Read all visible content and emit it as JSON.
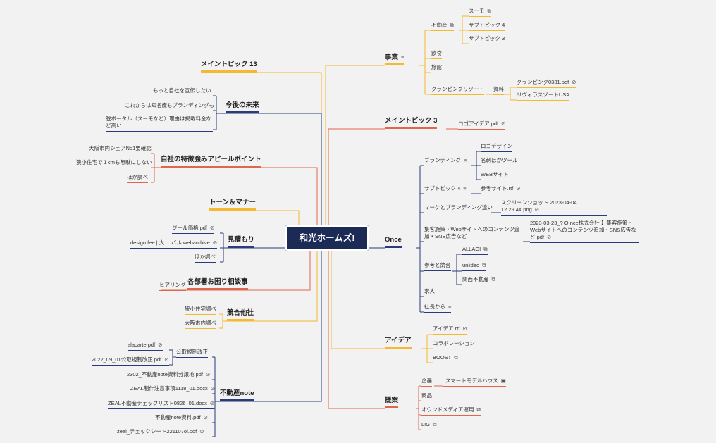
{
  "center": "和光ホームズ!",
  "colors": {
    "yellow": "#f5b82e",
    "red": "#e0674c",
    "navy": "#2b3a7a",
    "background": "#f2f2f2",
    "center_fill": "#1c2a56",
    "text": "#333333"
  },
  "icons": {
    "notes": "notes-icon",
    "link": "external-link-icon",
    "attachment": "paperclip-icon",
    "page": "page-link-icon"
  },
  "right": {
    "jigyo": {
      "label": "事業",
      "fudosan": {
        "label": "不動産",
        "children": [
          "スーモ",
          "サブトピック 4",
          "サブトピック 3"
        ]
      },
      "inshoku": "飲食",
      "ryokan": "旅館",
      "glamping": {
        "label": "グランピングリゾート",
        "shiryo": "資料",
        "children": [
          "グランピング0331.pdf",
          "リヴィラスゾートUSA"
        ]
      }
    },
    "main3": {
      "label": "メイントピック 3",
      "children": [
        "ロゴアイデア.pdf"
      ]
    },
    "once": {
      "label": "Once",
      "branding": {
        "label": "ブランディング",
        "children": [
          "ロゴデザイン",
          "名刺ほかツール",
          "WEBサイト"
        ]
      },
      "sub4": {
        "label": "サブトピック 4",
        "child": "参考サイト.rtf"
      },
      "marke": {
        "label": "マーケとブランディング違い",
        "child": "スクリーンショット 2023-04-04 12.29.44.png"
      },
      "shukyaku": {
        "label": "集客施策・Webサイトへのコンテンツ追加・SNS広告など",
        "child": "2023-03-23_? O nce株式会社 】集客施策・Webサイトへのコンテンツ追加・SNS広告など.pdf"
      },
      "sanko": {
        "label": "参考と競合",
        "children": [
          "ALLAGI",
          "unlideo",
          "関西不動産"
        ]
      },
      "kyujin": "求人",
      "shacho": "社長から"
    },
    "idea": {
      "label": "アイデア",
      "children": [
        "アイデア.rtf",
        "コラボレーション",
        "BOOST"
      ]
    },
    "teian": {
      "label": "提案",
      "kikaku": {
        "label": "企画",
        "child": "スマートモデルハウス"
      },
      "shohin": "商品",
      "owned": "オウンドメディア運用",
      "lig": "LIG"
    }
  },
  "left": {
    "main13": {
      "label": "メイントピック 13"
    },
    "kongo": {
      "label": "今後の未来",
      "children": [
        "もっと自社を宣伝したい",
        "これからは知名度もブランディングも",
        "脱ポータル（スーモなど）理由は掲載料金など高い"
      ]
    },
    "tokucho": {
      "label": "自社の特徴強みアピールポイント",
      "children": [
        "大阪市内シェアNo1要確認",
        "狭小住宅で１cmも無駄にしない",
        "ほか調べ"
      ]
    },
    "tone": {
      "label": "トーン＆マナー"
    },
    "mitsumori": {
      "label": "見積もり",
      "children": [
        "ジール価格.pdf",
        "design fee | 大… バル.webarchive",
        "ほか調べ"
      ]
    },
    "kakubusho": {
      "label": "各部署お困り相談事",
      "children": [
        "ヒアリング"
      ]
    },
    "kyogo": {
      "label": "競合他社",
      "children": [
        "狭小住宅調べ",
        "大阪市内調べ"
      ]
    },
    "fudosan_note": {
      "label": "不動産note",
      "koji": {
        "label": "公取規制改正",
        "children": [
          "alacarte.pdf",
          "2022_09_01公取規制改正.pdf"
        ]
      },
      "files": [
        "2302_不動産note資料分譲地.pdf",
        "ZEAL制作注意事項1118_01.docx",
        "ZEAL不動産チェックリスト0826_01.docx",
        "不動産note資料.pdf",
        "zeal_チェックシート221107ol.pdf"
      ]
    }
  }
}
